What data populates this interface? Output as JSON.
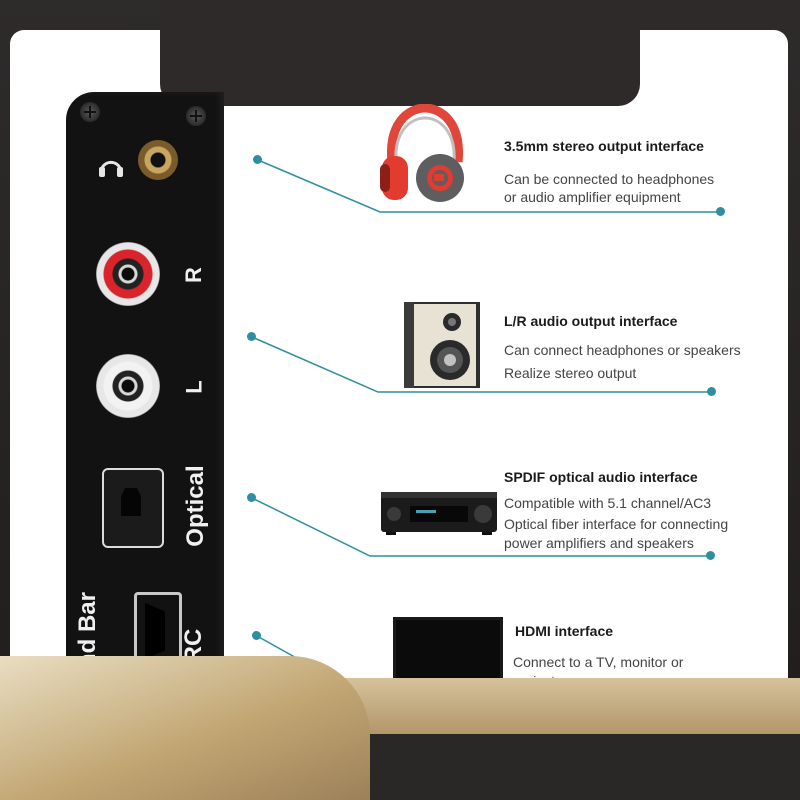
{
  "device": {
    "port_r_label": "R",
    "port_l_label": "L",
    "port_optical_label": "Optical",
    "port_soundbar_label": "nd Bar",
    "port_arc_label": "RC"
  },
  "features": [
    {
      "title": "3.5mm stereo output interface",
      "lines": [
        "Can be connected to headphones",
        "or audio amplifier equipment"
      ],
      "icon": "headphones-icon"
    },
    {
      "title": "L/R audio output interface",
      "lines": [
        "Can connect headphones or speakers",
        "Realize stereo output"
      ],
      "icon": "speaker-icon"
    },
    {
      "title": "SPDIF optical audio interface",
      "lines": [
        "Compatible with 5.1 channel/AC3",
        "Optical fiber interface for connecting",
        "power amplifiers and speakers"
      ],
      "icon": "av-receiver-icon"
    },
    {
      "title": "HDMI interface",
      "lines": [
        "Connect to a TV, monitor or",
        "projector"
      ],
      "icon": "tv-icon"
    }
  ],
  "colors": {
    "accent_line": "#2d8f9f",
    "device_body": "#121212",
    "rca_red": "#d8242a",
    "rca_white": "#f2f2f2",
    "gold": "#c2a774"
  }
}
